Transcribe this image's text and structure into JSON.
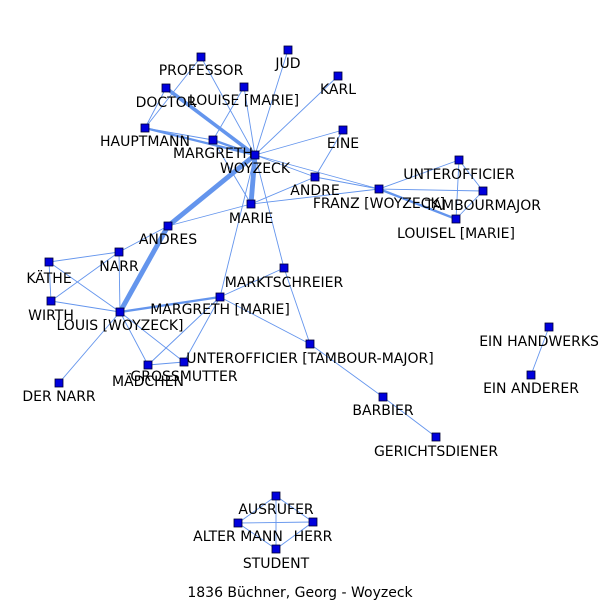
{
  "caption": "1836  Büchner,  Georg  -  Woyzeck",
  "colors": {
    "edge": "#6495ED",
    "node": "#0000DD"
  },
  "nodes": [
    {
      "id": "professor",
      "label": "PROFESSOR"
    },
    {
      "id": "jud",
      "label": "JUD"
    },
    {
      "id": "karl",
      "label": "KARL"
    },
    {
      "id": "doctor",
      "label": "DOCTOR"
    },
    {
      "id": "louise",
      "label": "LOUISE [MARIE]"
    },
    {
      "id": "hauptmann",
      "label": "HAUPTMANN"
    },
    {
      "id": "eine",
      "label": "EINE"
    },
    {
      "id": "margreth",
      "label": "MARGRETH"
    },
    {
      "id": "woyzeck",
      "label": "WOYZECK"
    },
    {
      "id": "unteroffizier",
      "label": "UNTEROFFICIER"
    },
    {
      "id": "andre",
      "label": "ANDRE"
    },
    {
      "id": "franz",
      "label": "FRANZ [WOYZECK]"
    },
    {
      "id": "tambourmajor",
      "label": "TAMBOURMAJOR"
    },
    {
      "id": "marie",
      "label": "MARIE"
    },
    {
      "id": "louisel",
      "label": "LOUISEL [MARIE]"
    },
    {
      "id": "andres",
      "label": "ANDRES"
    },
    {
      "id": "narr",
      "label": "NARR"
    },
    {
      "id": "kaethe",
      "label": "KÄTHE"
    },
    {
      "id": "marktschreier",
      "label": "MARKTSCHREIER"
    },
    {
      "id": "wirth",
      "label": "WIRTH"
    },
    {
      "id": "margreth_marie",
      "label": "MARGRETH [MARIE]"
    },
    {
      "id": "louis",
      "label": "LOUIS [WOYZECK]"
    },
    {
      "id": "ein_handwerksbursch",
      "label": "EIN HANDWERKSBU"
    },
    {
      "id": "unteroffizier_tm",
      "label": "UNTEROFFICIER [TAMBOUR-MAJOR]"
    },
    {
      "id": "grossmutter",
      "label": "GROSSMUTTER"
    },
    {
      "id": "maedchen",
      "label": "MÄDCHEN"
    },
    {
      "id": "ein_anderer",
      "label": "EIN ANDERER"
    },
    {
      "id": "der_narr",
      "label": "DER NARR"
    },
    {
      "id": "barbier",
      "label": "BARBIER"
    },
    {
      "id": "gerichtsdiener",
      "label": "GERICHTSDIENER"
    },
    {
      "id": "ausrufer",
      "label": "AUSRUFER"
    },
    {
      "id": "alter_mann",
      "label": "ALTER MANN"
    },
    {
      "id": "herr",
      "label": "HERR"
    },
    {
      "id": "student",
      "label": "STUDENT"
    }
  ],
  "edges": [
    {
      "source": "doctor",
      "target": "woyzeck",
      "weight": 3
    },
    {
      "source": "woyzeck",
      "target": "marie",
      "weight": 4
    },
    {
      "source": "woyzeck",
      "target": "andres",
      "weight": 4
    },
    {
      "source": "andres",
      "target": "louis",
      "weight": 4
    },
    {
      "source": "hauptmann",
      "target": "woyzeck",
      "weight": 2
    },
    {
      "source": "margreth",
      "target": "woyzeck",
      "weight": 2
    },
    {
      "source": "franz",
      "target": "louisel",
      "weight": 2
    },
    {
      "source": "louis",
      "target": "margreth_marie",
      "weight": 2
    },
    {
      "source": "professor",
      "target": "woyzeck",
      "weight": 1
    },
    {
      "source": "professor",
      "target": "hauptmann",
      "weight": 1
    },
    {
      "source": "jud",
      "target": "woyzeck",
      "weight": 1
    },
    {
      "source": "karl",
      "target": "woyzeck",
      "weight": 1
    },
    {
      "source": "louise",
      "target": "woyzeck",
      "weight": 1
    },
    {
      "source": "louise",
      "target": "margreth",
      "weight": 1
    },
    {
      "source": "doctor",
      "target": "hauptmann",
      "weight": 1
    },
    {
      "source": "hauptmann",
      "target": "margreth",
      "weight": 1
    },
    {
      "source": "eine",
      "target": "woyzeck",
      "weight": 1
    },
    {
      "source": "eine",
      "target": "andre",
      "weight": 1
    },
    {
      "source": "woyzeck",
      "target": "andre",
      "weight": 1
    },
    {
      "source": "woyzeck",
      "target": "franz",
      "weight": 1
    },
    {
      "source": "woyzeck",
      "target": "marktschreier",
      "weight": 1
    },
    {
      "source": "woyzeck",
      "target": "margreth_marie",
      "weight": 1
    },
    {
      "source": "margreth",
      "target": "marie",
      "weight": 1
    },
    {
      "source": "andre",
      "target": "marie",
      "weight": 1
    },
    {
      "source": "andre",
      "target": "franz",
      "weight": 1
    },
    {
      "source": "marie",
      "target": "franz",
      "weight": 1
    },
    {
      "source": "marie",
      "target": "andres",
      "weight": 1
    },
    {
      "source": "andres",
      "target": "narr",
      "weight": 1
    },
    {
      "source": "franz",
      "target": "unteroffizier",
      "weight": 1
    },
    {
      "source": "franz",
      "target": "tambourmajor",
      "weight": 1
    },
    {
      "source": "unteroffizier",
      "target": "tambourmajor",
      "weight": 1
    },
    {
      "source": "unteroffizier",
      "target": "louisel",
      "weight": 1
    },
    {
      "source": "tambourmajor",
      "target": "louisel",
      "weight": 1
    },
    {
      "source": "narr",
      "target": "kaethe",
      "weight": 1
    },
    {
      "source": "narr",
      "target": "wirth",
      "weight": 1
    },
    {
      "source": "narr",
      "target": "louis",
      "weight": 1
    },
    {
      "source": "kaethe",
      "target": "wirth",
      "weight": 1
    },
    {
      "source": "kaethe",
      "target": "louis",
      "weight": 1
    },
    {
      "source": "wirth",
      "target": "louis",
      "weight": 1
    },
    {
      "source": "louis",
      "target": "der_narr",
      "weight": 1
    },
    {
      "source": "louis",
      "target": "maedchen",
      "weight": 1
    },
    {
      "source": "louis",
      "target": "grossmutter",
      "weight": 1
    },
    {
      "source": "marktschreier",
      "target": "margreth_marie",
      "weight": 1
    },
    {
      "source": "marktschreier",
      "target": "unteroffizier_tm",
      "weight": 1
    },
    {
      "source": "margreth_marie",
      "target": "unteroffizier_tm",
      "weight": 1
    },
    {
      "source": "margreth_marie",
      "target": "grossmutter",
      "weight": 1
    },
    {
      "source": "margreth_marie",
      "target": "maedchen",
      "weight": 1
    },
    {
      "source": "maedchen",
      "target": "grossmutter",
      "weight": 1
    },
    {
      "source": "unteroffizier_tm",
      "target": "barbier",
      "weight": 1
    },
    {
      "source": "barbier",
      "target": "gerichtsdiener",
      "weight": 1
    },
    {
      "source": "ein_handwerksbursch",
      "target": "ein_anderer",
      "weight": 1
    },
    {
      "source": "ausrufer",
      "target": "alter_mann",
      "weight": 1
    },
    {
      "source": "ausrufer",
      "target": "herr",
      "weight": 1
    },
    {
      "source": "ausrufer",
      "target": "student",
      "weight": 1
    },
    {
      "source": "alter_mann",
      "target": "herr",
      "weight": 1
    },
    {
      "source": "alter_mann",
      "target": "student",
      "weight": 1
    },
    {
      "source": "herr",
      "target": "student",
      "weight": 1
    }
  ]
}
